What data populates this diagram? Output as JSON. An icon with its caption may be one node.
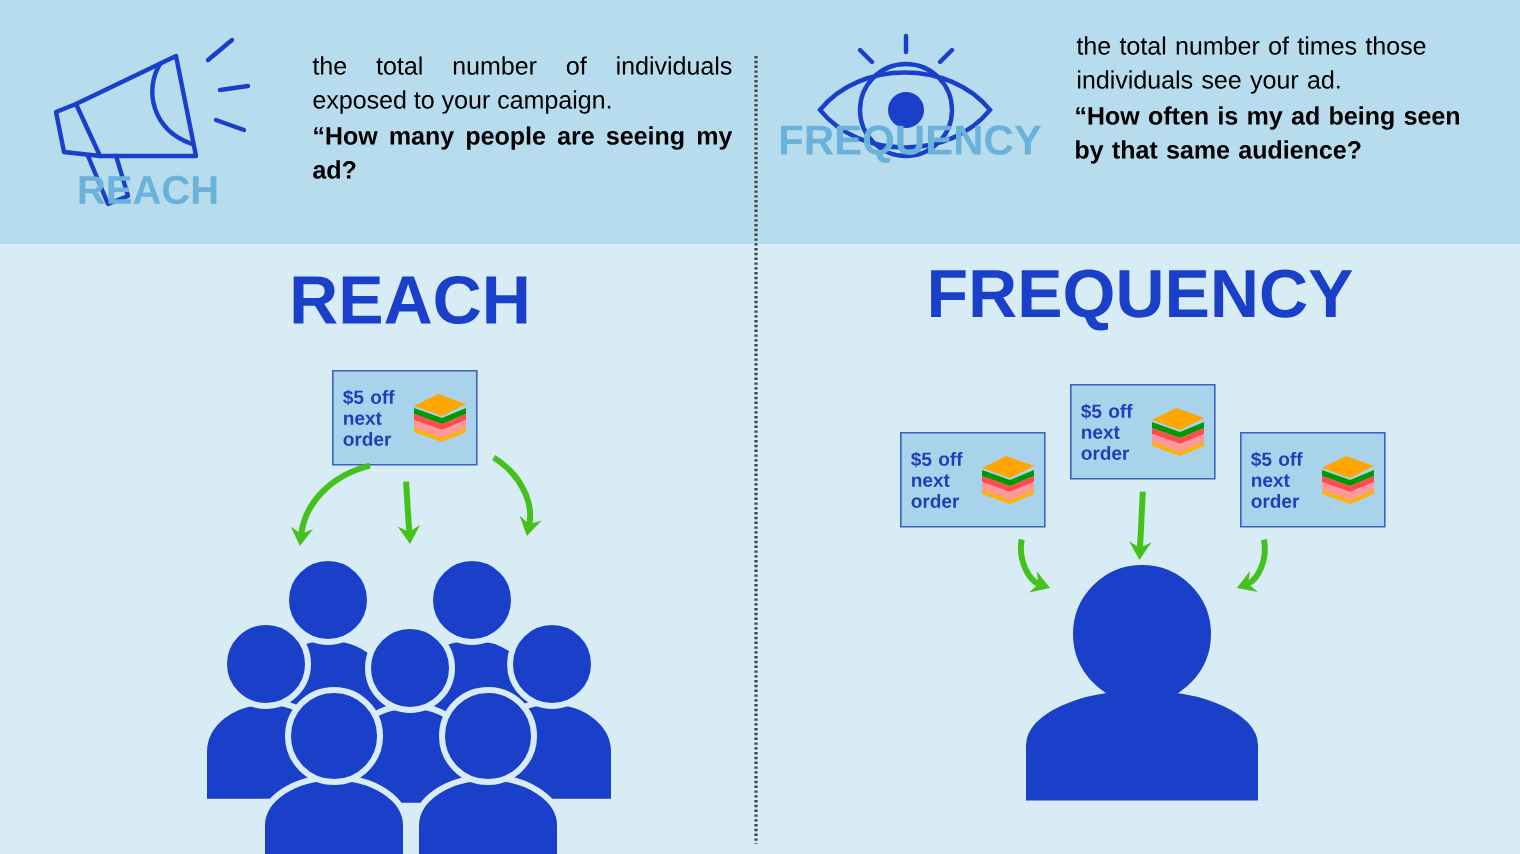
{
  "diagram": {
    "nodes": [
      {
        "text": [
          "$5 off next order"
        ]
      },
      {
        "text": [],
        "shape": "person"
      },
      {
        "text": [
          "$5 off next order"
        ]
      },
      {
        "text": [
          "$5 off next order"
        ]
      },
      {
        "text": [
          "$5 off next order"
        ]
      },
      {
        "text": [],
        "shape": "person"
      }
    ],
    "edges": [
      {
        "from": 0,
        "to": 1,
        "arrow": "to"
      },
      {
        "from": 0,
        "to": 1,
        "arrow": "to"
      },
      {
        "from": 0,
        "to": 1,
        "arrow": "to"
      },
      {
        "from": 2,
        "to": 5,
        "arrow": "to"
      },
      {
        "from": 3,
        "to": 5,
        "arrow": "to"
      },
      {
        "from": 4,
        "to": 5,
        "arrow": "to"
      }
    ],
    "labels": [
      "REACH",
      "the total number of individuals exposed to your campaign.",
      "“How many people are seeing my ad?",
      "FREQUENCY",
      "the total number of times those individuals see your ad.",
      "“How often is my ad being seen by that same audience?",
      "REACH",
      "FREQUENCY"
    ]
  }
}
